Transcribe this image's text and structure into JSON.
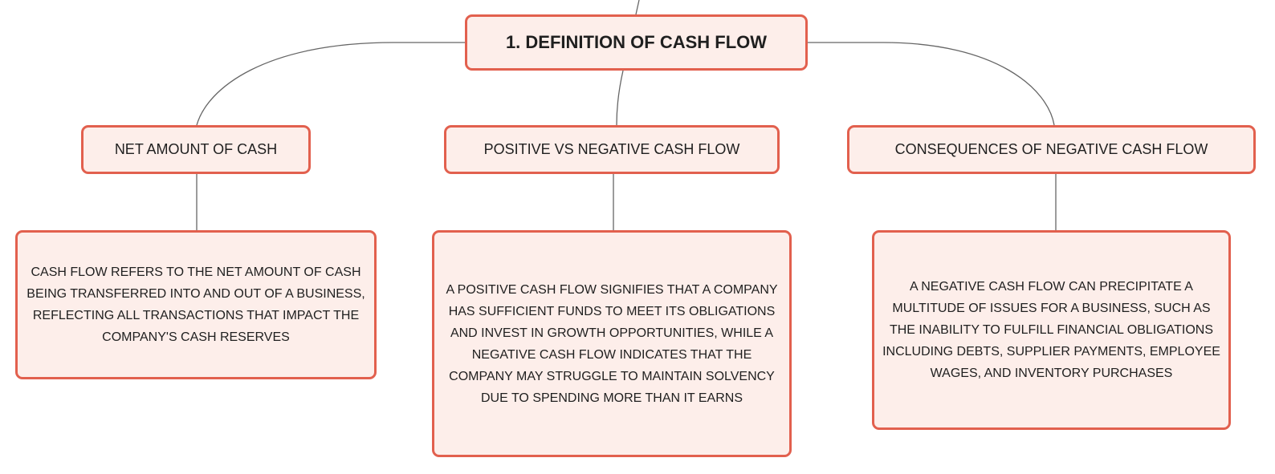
{
  "diagram": {
    "root": {
      "label": "1. DEFINITION OF CASH FLOW"
    },
    "branches": [
      {
        "title": "NET AMOUNT OF CASH",
        "detail": "CASH FLOW REFERS TO THE NET AMOUNT OF CASH BEING TRANSFERRED INTO AND OUT OF A BUSINESS, REFLECTING ALL TRANSACTIONS THAT IMPACT THE COMPANY'S CASH RESERVES"
      },
      {
        "title": "POSITIVE VS NEGATIVE CASH FLOW",
        "detail": "A POSITIVE CASH FLOW SIGNIFIES THAT A COMPANY HAS SUFFICIENT FUNDS TO MEET ITS OBLIGATIONS AND INVEST IN GROWTH OPPORTUNITIES, WHILE A NEGATIVE CASH FLOW INDICATES THAT THE COMPANY MAY STRUGGLE TO MAINTAIN SOLVENCY DUE TO SPENDING MORE THAN IT EARNS"
      },
      {
        "title": "CONSEQUENCES OF NEGATIVE CASH FLOW",
        "detail": "A NEGATIVE CASH FLOW CAN PRECIPITATE A MULTITUDE OF ISSUES FOR A BUSINESS, SUCH AS THE INABILITY TO FULFILL FINANCIAL OBLIGATIONS INCLUDING DEBTS, SUPPLIER PAYMENTS, EMPLOYEE WAGES, AND INVENTORY PURCHASES"
      }
    ]
  },
  "colors": {
    "node_fill": "#fdeeea",
    "node_border": "#e2604e",
    "connector": "#666666",
    "text": "#1f1f1f"
  }
}
